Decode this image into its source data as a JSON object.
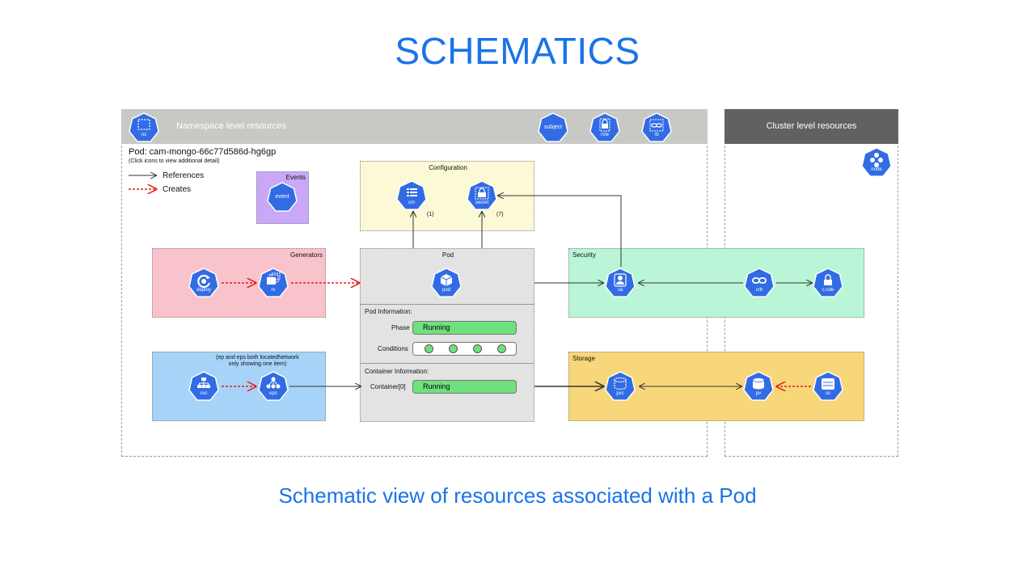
{
  "slide_title": "SCHEMATICS",
  "caption": "Schematic view of resources associated with a Pod",
  "namespace_header": "Namespace level resources",
  "cluster_header": "Cluster level resources",
  "pod_name": "Pod: cam-mongo-66c77d586d-hg6gp",
  "hint": "(Click icons to view additional detail)",
  "legend": {
    "references": "References",
    "creates": "Creates"
  },
  "boxes": {
    "events": "Events",
    "configuration": "Configuration",
    "generators": "Generators",
    "pod": "Pod",
    "security": "Security",
    "storage": "Storage",
    "network_line1": "(ep and eps both locatedNetwork",
    "network_line2": "only showing one item)"
  },
  "counts": {
    "cm": "(1)",
    "secret": "(7)"
  },
  "pod_info": {
    "title": "Pod Information:",
    "phase_label": "Phase",
    "phase_value": "Running",
    "conditions_label": "Conditions",
    "conditions_count": 4
  },
  "container_info": {
    "title": "Container Information:",
    "label": "Container[0]",
    "value": "Running"
  },
  "icons": {
    "ns": "ns",
    "subject": "subject",
    "role": "role",
    "rb": "rb",
    "node": "node",
    "event": "event",
    "cm": "cm",
    "secret": "secret",
    "deploy": "deploy",
    "rs": "rs",
    "pod": "pod",
    "sa": "sa",
    "crb": "crb",
    "crole": "c.role",
    "svc": "svc",
    "eps": "eps",
    "pvc": "pvc",
    "pv": "pv",
    "sc": "sc"
  },
  "colors": {
    "title": "#1a73e8",
    "k8s_blue": "#326ce5",
    "references_line": "#333333",
    "creates_line": "#e02020",
    "namespace_header_bg": "#c8c8c4",
    "cluster_header_bg": "#616161",
    "events_bg": "#c8a8f7",
    "configuration_bg": "#fbf9d6",
    "generators_bg": "#f9c3cc",
    "pod_bg": "#e3e3e3",
    "security_bg": "#b9f5d6",
    "network_bg": "#a6d3f7",
    "storage_bg": "#f8d67a",
    "running": "#6fe07e"
  }
}
